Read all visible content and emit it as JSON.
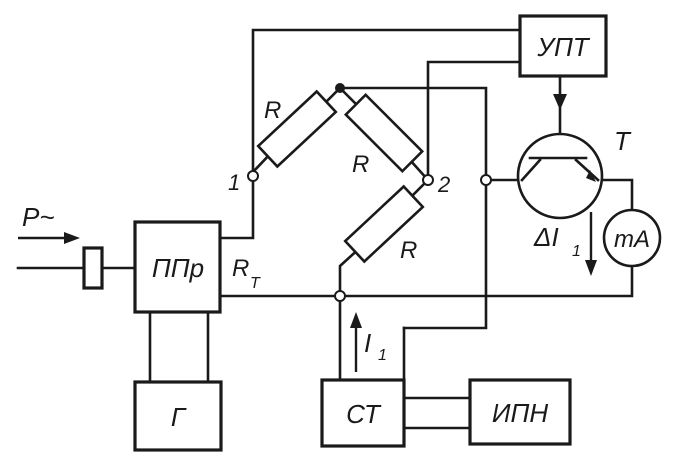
{
  "blocks": {
    "upt": "УПТ",
    "ppr": "ППр",
    "g": "Г",
    "st": "СТ",
    "ipn": "ИПН",
    "ma": "mA"
  },
  "labels": {
    "input_power": "P~",
    "r_top_left": "R",
    "r_top_right": "R",
    "r_bottom": "R",
    "r_t": "R",
    "r_t_sub": "T",
    "node_1": "1",
    "node_2": "2",
    "transistor": "T",
    "delta_i": "ΔI",
    "delta_i_sub": "1",
    "i1": "I",
    "i1_sub": "1"
  }
}
